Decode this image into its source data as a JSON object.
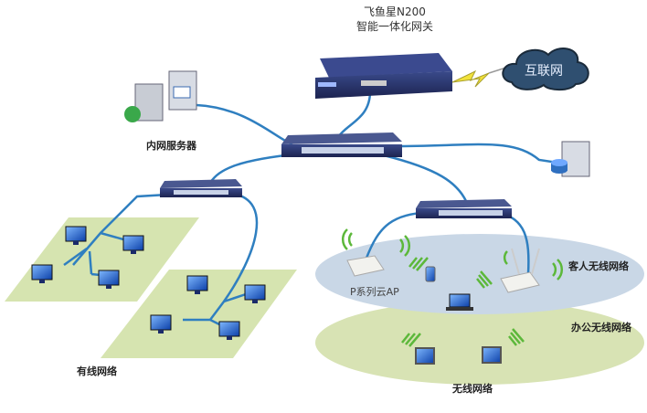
{
  "gateway": {
    "name": "飞鱼星N200",
    "subtitle": "智能一体化网关"
  },
  "internet": {
    "label": "互联网"
  },
  "server": {
    "label": "内网服务器"
  },
  "wired": {
    "label": "有线网络"
  },
  "wireless": {
    "ap_label": "P系列云AP",
    "guest_label": "客人无线网络",
    "office_label": "办公无线网络",
    "label": "无线网络"
  },
  "colors": {
    "cable": "#2f7fc0",
    "zone_green": "#d6e4b0",
    "zone_blue": "#c9d7e6",
    "device": "#2b3270"
  }
}
